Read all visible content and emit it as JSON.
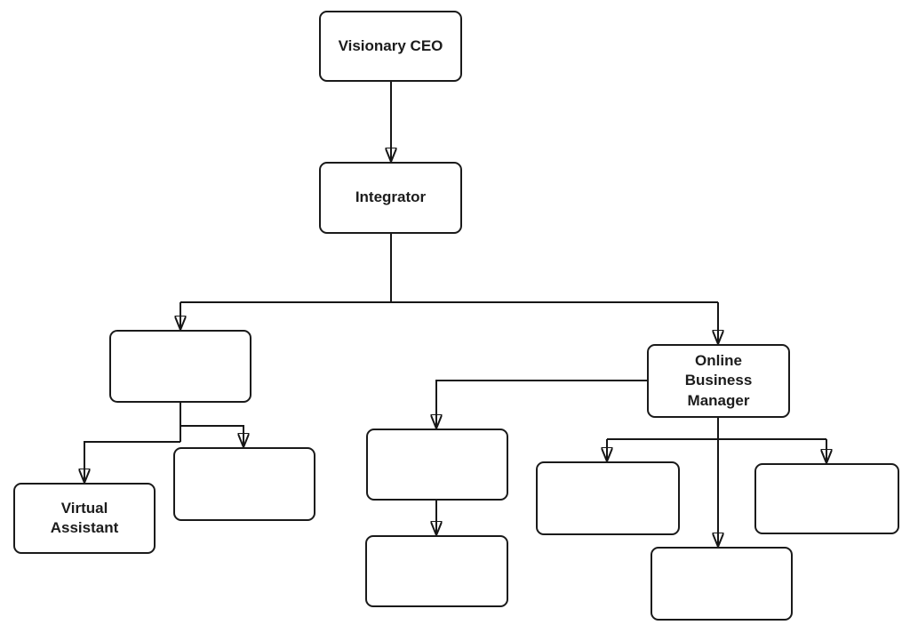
{
  "diagram": {
    "type": "org-chart",
    "background_color": "#ffffff",
    "line_color": "#161616",
    "box_border_color": "#1a1a1a",
    "box_fill_color": "#ffffff",
    "nodes": {
      "ceo": {
        "label": "Visionary CEO"
      },
      "integrator": {
        "label": "Integrator"
      },
      "left_manager": {
        "label": ""
      },
      "obm": {
        "label": "Online Business Manager"
      },
      "virtual_assistant": {
        "label": "Virtual Assistant"
      },
      "left_child": {
        "label": ""
      },
      "mid_top": {
        "label": ""
      },
      "mid_bottom": {
        "label": ""
      },
      "obm_child_left": {
        "label": ""
      },
      "obm_child_right": {
        "label": ""
      },
      "obm_child_bottom": {
        "label": ""
      }
    },
    "edges": [
      {
        "from": "ceo",
        "to": "integrator"
      },
      {
        "from": "integrator",
        "to": "left_manager"
      },
      {
        "from": "integrator",
        "to": "obm"
      },
      {
        "from": "left_manager",
        "to": "virtual_assistant"
      },
      {
        "from": "left_manager",
        "to": "left_child"
      },
      {
        "from": "obm",
        "to": "mid_top"
      },
      {
        "from": "mid_top",
        "to": "mid_bottom"
      },
      {
        "from": "obm",
        "to": "obm_child_left"
      },
      {
        "from": "obm",
        "to": "obm_child_right"
      },
      {
        "from": "obm",
        "to": "obm_child_bottom"
      }
    ]
  }
}
